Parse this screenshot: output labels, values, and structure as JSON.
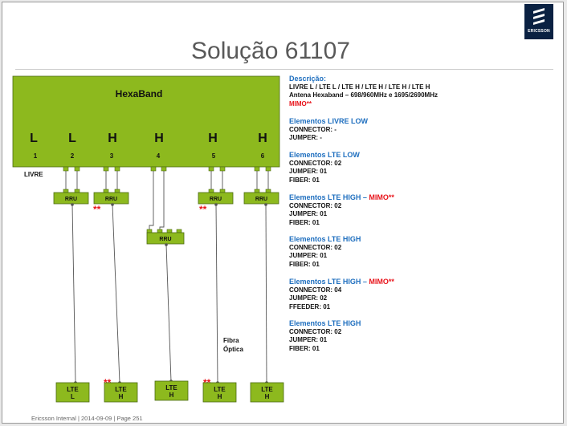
{
  "title": "Solução 61107",
  "footer": "Ericsson Internal  |  2014-09-09  |  Page 251",
  "logo": {
    "text": "ERICSSON",
    "color": "#0a2142"
  },
  "colors": {
    "antenna": "#8db91e",
    "box": "#8db91e",
    "accent_blue": "#1f6fbf",
    "accent_red": "#e8141b"
  },
  "antenna": {
    "name": "HexaBand",
    "ports": [
      {
        "letter": "L",
        "number": "1"
      },
      {
        "letter": "L",
        "number": "2"
      },
      {
        "letter": "H",
        "number": "3"
      },
      {
        "letter": "H",
        "number": "4"
      },
      {
        "letter": "H",
        "number": "5"
      },
      {
        "letter": "H",
        "number": "6"
      }
    ],
    "livre_label": "LIVRE"
  },
  "rru_label": "RRU",
  "mimo_mark": "**",
  "fiber_label": [
    "Fibra",
    "Óptica"
  ],
  "lte_boxes": [
    {
      "line1": "LTE",
      "line2": "L"
    },
    {
      "line1": "LTE",
      "line2": "H"
    },
    {
      "line1": "LTE",
      "line2": "H"
    },
    {
      "line1": "LTE",
      "line2": "H"
    },
    {
      "line1": "LTE",
      "line2": "H"
    }
  ],
  "description": {
    "title": "Descrição:",
    "lines": [
      "LIVRE L / LTE L / LTE H / LTE H / LTE H / LTE H",
      "Antena Hexaband – 698/960MHz  e  1695/2690MHz"
    ],
    "mimo_line": "MIMO**"
  },
  "sections": [
    {
      "title": "Elementos LIVRE LOW",
      "mimo": "",
      "lines": [
        "CONNECTOR: -",
        "JUMPER: -"
      ]
    },
    {
      "title": "Elementos LTE LOW",
      "mimo": "",
      "lines": [
        "CONNECTOR: 02",
        "JUMPER: 01",
        "FIBER: 01"
      ]
    },
    {
      "title": "Elementos LTE HIGH",
      "mimo": "MIMO**",
      "lines": [
        "CONNECTOR: 02",
        "JUMPER: 01",
        "FIBER: 01"
      ]
    },
    {
      "title": "Elementos  LTE HIGH",
      "mimo": "",
      "lines": [
        "CONNECTOR: 02",
        "JUMPER: 01",
        "FIBER: 01"
      ]
    },
    {
      "title": "Elementos LTE HIGH",
      "mimo": "MIMO**",
      "lines": [
        "CONNECTOR: 04",
        "JUMPER: 02",
        "FFEEDER: 01"
      ]
    },
    {
      "title": "Elementos  LTE HIGH",
      "mimo": "",
      "lines": [
        "CONNECTOR: 02",
        "JUMPER: 01",
        "FIBER: 01"
      ]
    }
  ]
}
